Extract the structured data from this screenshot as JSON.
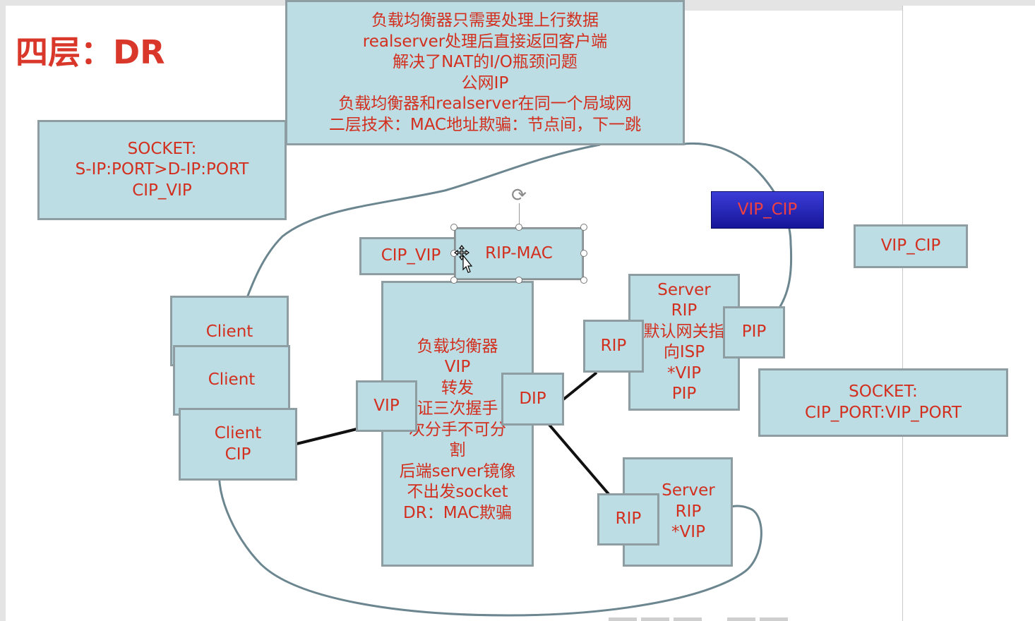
{
  "slide": {
    "title": "四层：DR"
  },
  "boxes": {
    "notes": "负载均衡器只需要处理上行数据\nrealserver处理后直接返回客户端\n解决了NAT的I/O瓶颈问题\n公网IP\n负载均衡器和realserver在同一个局域网\n二层技术：MAC地址欺骗：节点间，下一跳",
    "socket_left": "SOCKET:\nS-IP:PORT>D-IP:PORT\nCIP_VIP",
    "vip_cip_selected": "VIP_CIP",
    "vip_cip": "VIP_CIP",
    "socket_right": "SOCKET:\nCIP_PORT:VIP_PORT",
    "cip_vip": "CIP_VIP",
    "rip_mac": "RIP-MAC",
    "client_1": "Client",
    "client_2": "Client",
    "client_3": "Client\nCIP",
    "load_balancer": "负载均衡器\nVIP\n转发\n证三次握手\n次分手不可分\n割\n后端server镜像\n不出发socket\nDR：MAC欺骗",
    "lb_vip_port": "VIP",
    "lb_dip_port": "DIP",
    "server_1": "Server\nRIP\n默认网关指\n向ISP\n*VIP\nPIP",
    "server_1_rip": "RIP",
    "server_1_pip": "PIP",
    "server_2": "Server\nRIP\n*VIP",
    "server_2_rip": "RIP"
  },
  "colors": {
    "box_fill": "#bcdde3",
    "box_border": "#8d9da2",
    "text_red": "#d22f1f",
    "title_red": "#d9372a",
    "selected_fill": "#2424b4",
    "curve": "#6c8690",
    "link": "#111111"
  },
  "icons": {
    "rotate": "rotate-handle-icon",
    "cursor": "move-cursor-icon"
  }
}
